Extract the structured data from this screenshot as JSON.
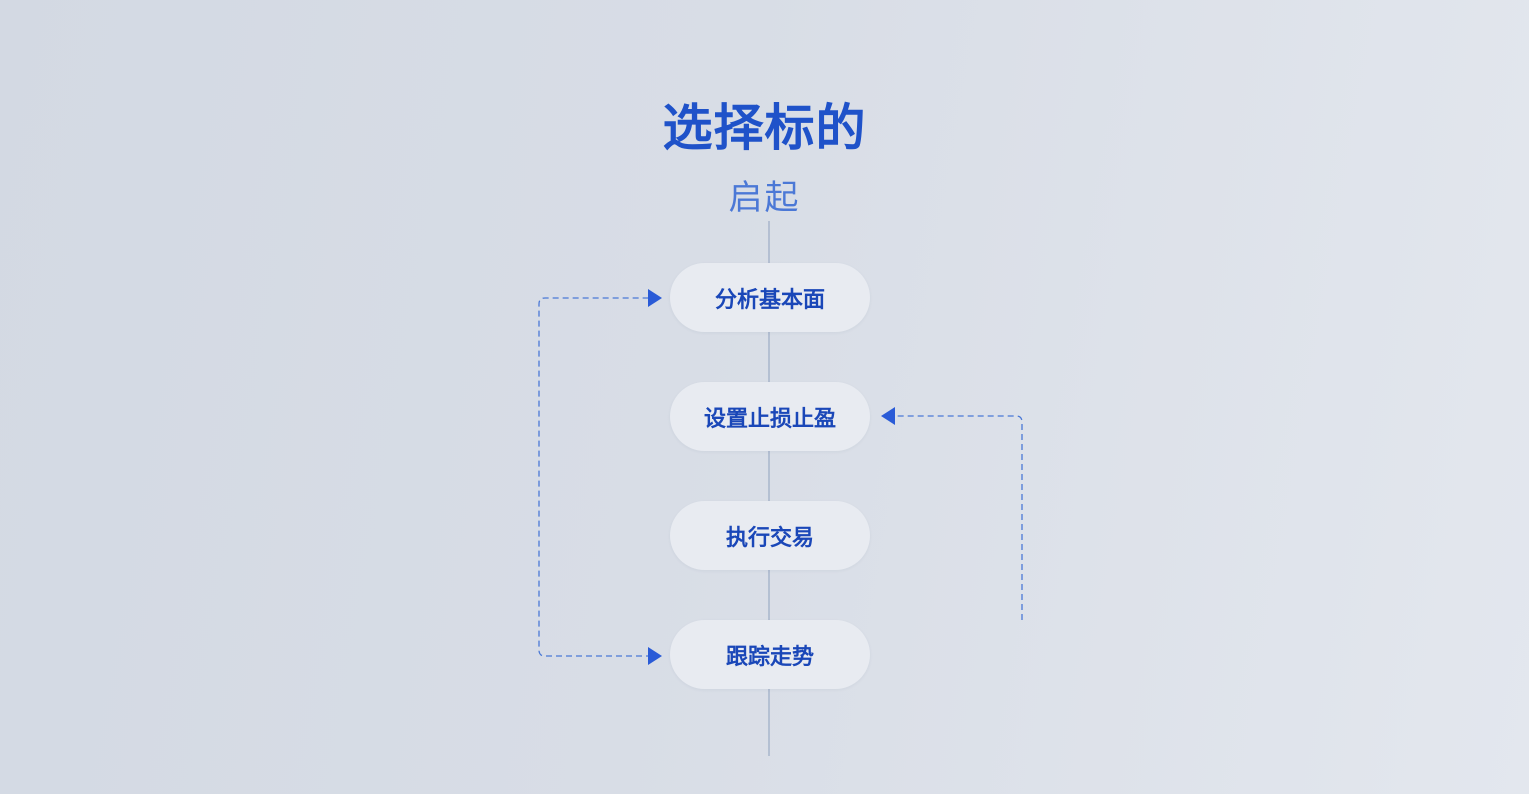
{
  "diagram": {
    "title": "选择标的",
    "subtitle": "启起",
    "steps": [
      {
        "label": "分析基本面"
      },
      {
        "label": "设置止损止盈"
      },
      {
        "label": "执行交易"
      },
      {
        "label": "跟踪走势"
      }
    ],
    "loops": [
      {
        "from_step": 4,
        "to_step": 1,
        "side": "left",
        "style": "dashed"
      },
      {
        "from_step": 4,
        "to_step": 2,
        "side": "right",
        "style": "dashed"
      }
    ]
  },
  "colors": {
    "accent": "#1f52c9",
    "accent_light": "#4b78d6",
    "arrow": "#2a5bd7",
    "spine": "#a8b5cc",
    "node_fill": "#e8ebf1",
    "background": "#d8dde6"
  }
}
